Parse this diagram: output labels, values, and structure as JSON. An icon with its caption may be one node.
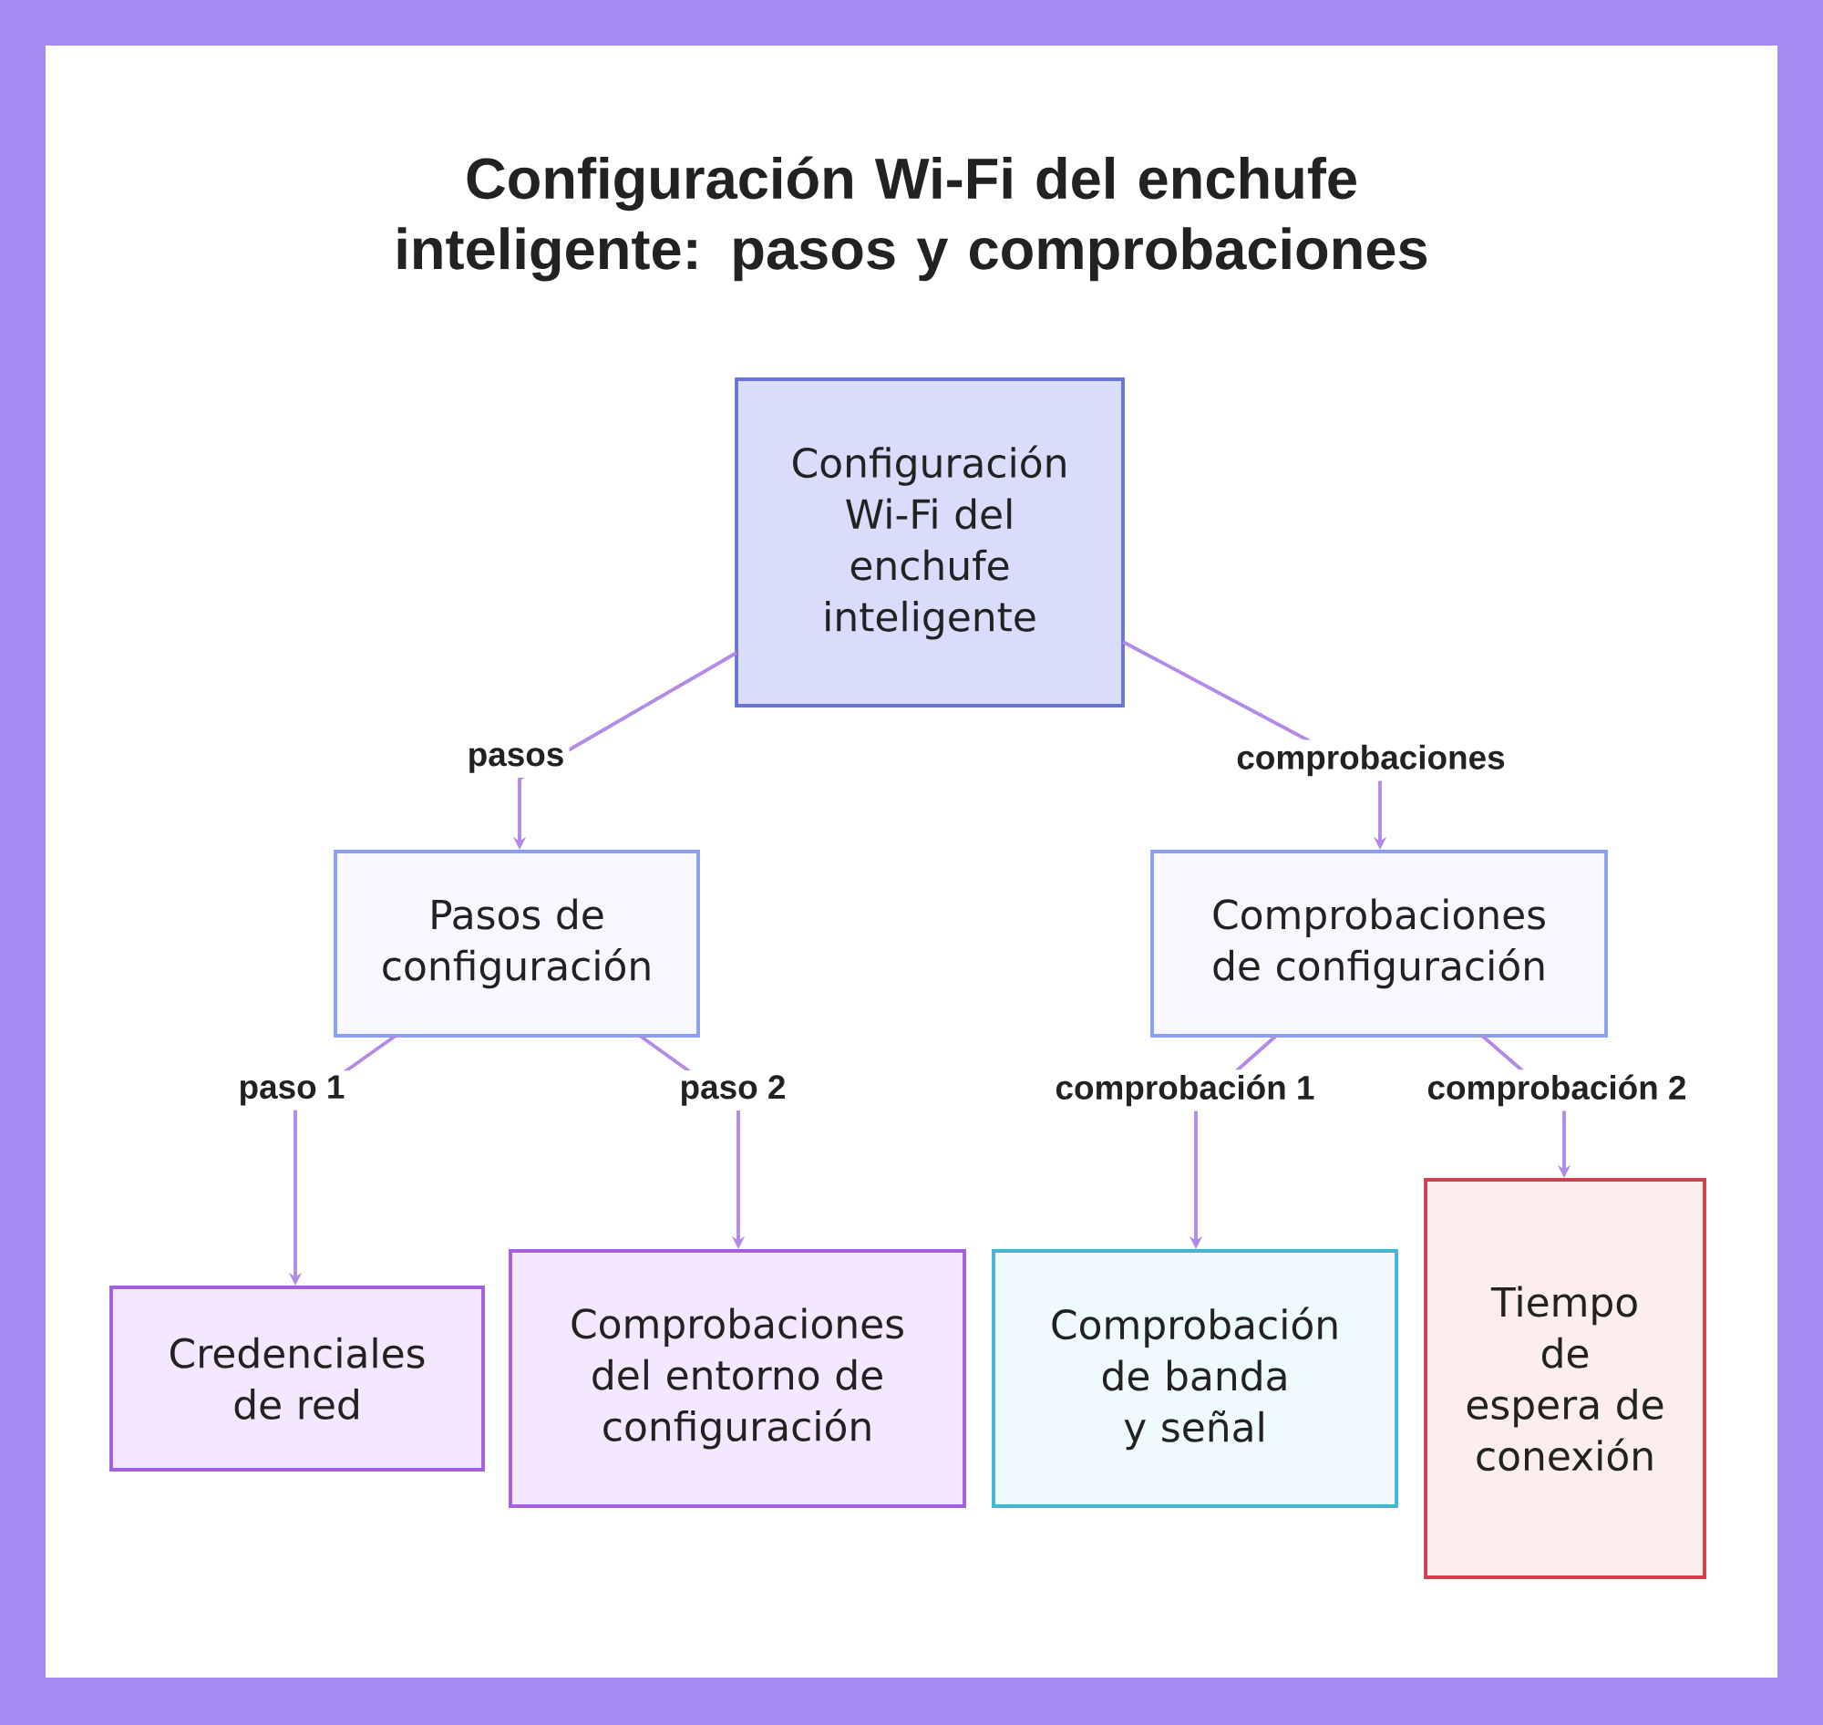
{
  "diagram": {
    "title": "Configuración Wi-Fi del enchufe inteligente: pasos y comprobaciones",
    "nodes": [
      {
        "text": [
          "Configuración Wi-Fi del enchufe inteligente"
        ]
      },
      {
        "text": [
          "Pasos de configuración"
        ]
      },
      {
        "text": [
          "Comprobaciones de configuración"
        ]
      },
      {
        "text": [
          "Credenciales de red"
        ]
      },
      {
        "text": [
          "Comprobaciones del entorno de configuración"
        ]
      },
      {
        "text": [
          "Comprobación de banda y señal"
        ]
      },
      {
        "text": [
          "Tiempo de espera de conexión"
        ]
      }
    ],
    "edges": [
      {
        "from": 0,
        "to": 1,
        "arrow": "to",
        "label": "pasos"
      },
      {
        "from": 0,
        "to": 2,
        "arrow": "to",
        "label": "comprobaciones"
      },
      {
        "from": 1,
        "to": 3,
        "arrow": "to",
        "label": "paso 1"
      },
      {
        "from": 1,
        "to": 4,
        "arrow": "to",
        "label": "paso 2"
      },
      {
        "from": 2,
        "to": 5,
        "arrow": "to",
        "label": "comprobación 1"
      },
      {
        "from": 2,
        "to": 6,
        "arrow": "to",
        "label": "comprobación 2"
      }
    ]
  }
}
